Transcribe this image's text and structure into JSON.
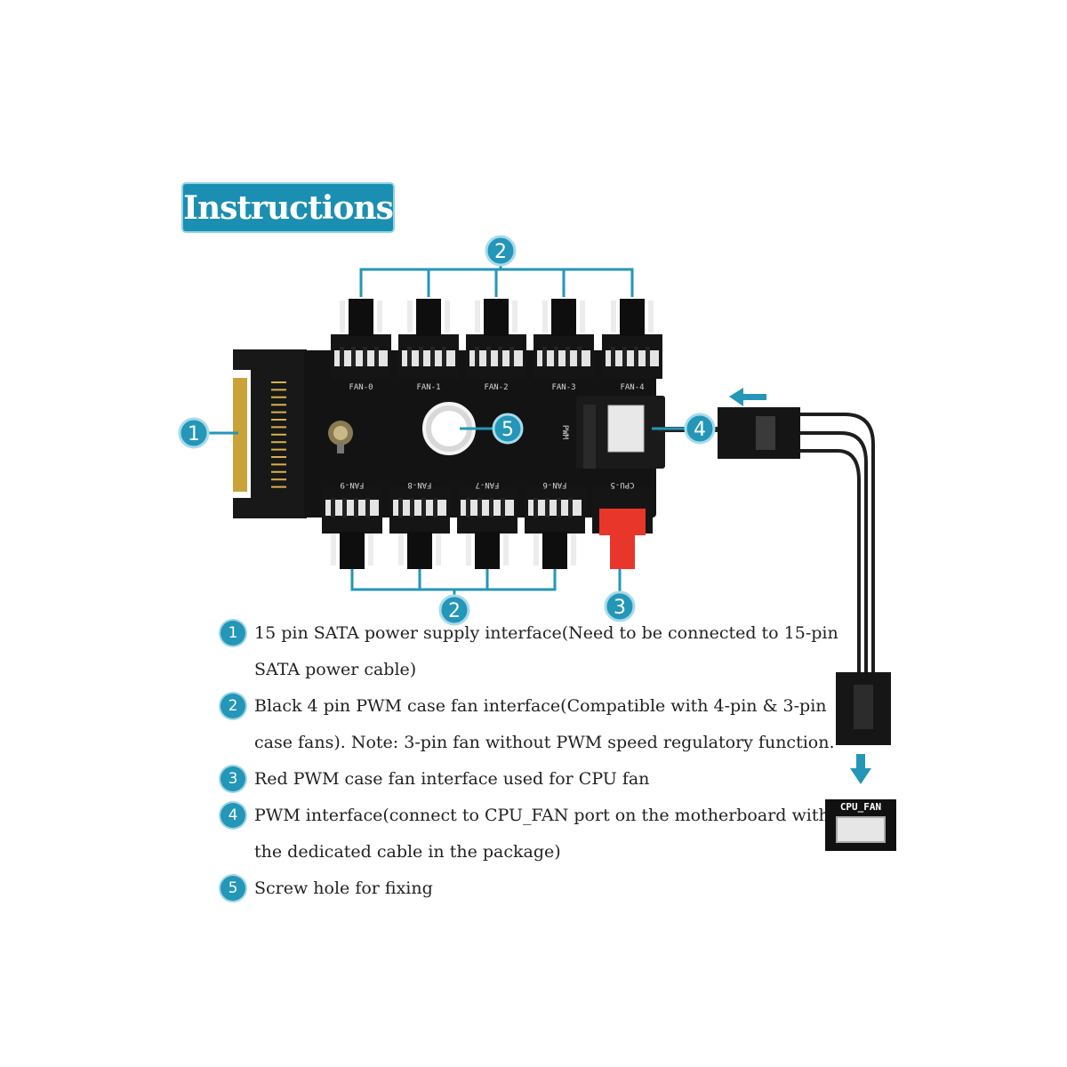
{
  "title": "Instructions",
  "colors": {
    "accent": "#1b8fb2",
    "board": "#131313",
    "red_connector": "#e8362b"
  },
  "callouts": [
    "1",
    "2",
    "2",
    "3",
    "4",
    "5"
  ],
  "fan_labels": {
    "top": [
      "FAN-0",
      "FAN-1",
      "FAN-2",
      "FAN-3",
      "FAN-4"
    ],
    "bottom": [
      "FAN-9",
      "FAN-8",
      "FAN-7",
      "FAN-6",
      "CPU-5"
    ]
  },
  "pwm_label": "PWM",
  "cpu_fan_label": "CPU_FAN",
  "instructions": [
    {
      "num": "1",
      "text": "15 pin SATA power supply interface(Need to be connected to 15-pin SATA power cable)"
    },
    {
      "num": "2",
      "text": "Black 4 pin PWM case fan interface(Compatible with 4-pin & 3-pin case fans). Note: 3-pin fan without PWM speed regulatory function."
    },
    {
      "num": "3",
      "text": "Red PWM case fan interface used for CPU fan"
    },
    {
      "num": "4",
      "text": "PWM interface(connect to CPU_FAN port on the motherboard with the dedicated cable in the package)"
    },
    {
      "num": "5",
      "text": "Screw hole for fixing"
    }
  ]
}
